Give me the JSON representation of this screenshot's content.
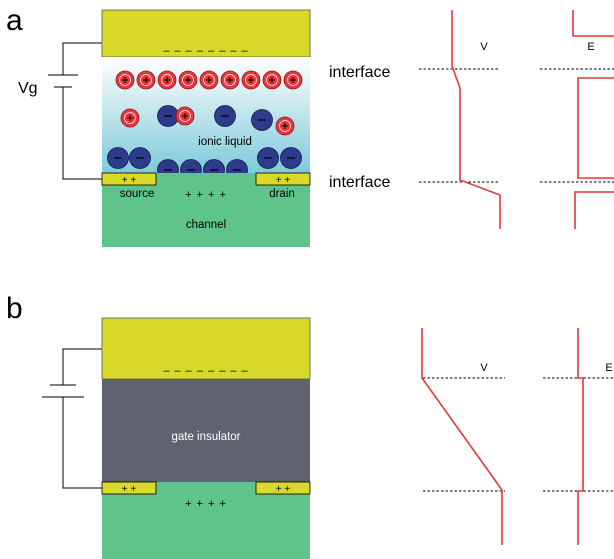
{
  "panel_a": {
    "label": "a",
    "gate_voltage": "Vg",
    "liquid_label": "ionic liquid",
    "source_label": "source",
    "drain_label": "drain",
    "channel_label": "channel",
    "interface_top": "interface",
    "interface_bottom": "interface",
    "v_plot_label": "V",
    "e_plot_label": "E",
    "gate_charge": "– – – – – – – –",
    "channel_charge": "+ + + +",
    "source_charge": "+ +",
    "drain_charge": "+ +"
  },
  "panel_b": {
    "label": "b",
    "insulator_label": "gate insulator",
    "v_plot_label": "V",
    "e_plot_label": "E",
    "gate_charge": "– – – – – – – –",
    "channel_charge": "+ + + +",
    "source_charge": "+ +",
    "drain_charge": "+ +"
  },
  "colors": {
    "gate": "#d9d92a",
    "channel": "#5ec48a",
    "insulator": "#5f6370",
    "cation": "#e8373a",
    "anion": "#2e3a8c",
    "plot_line": "#e8373a"
  }
}
